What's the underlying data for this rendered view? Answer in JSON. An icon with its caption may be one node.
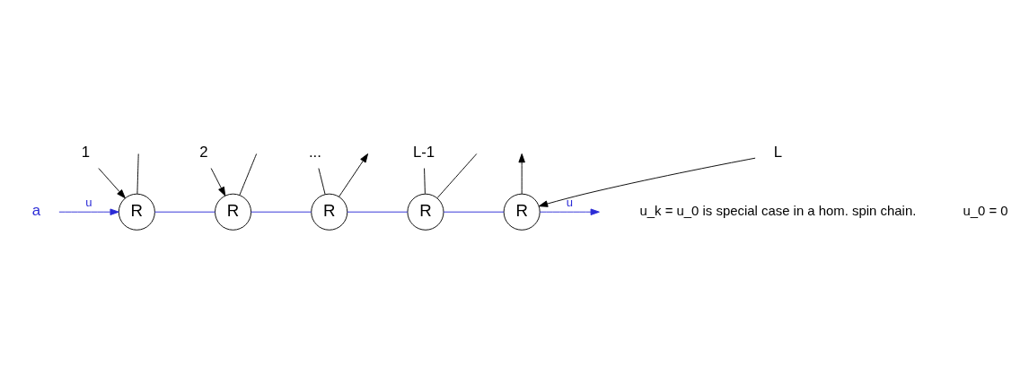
{
  "diagram": {
    "nodes": [
      {
        "text": [
          "R"
        ]
      },
      {
        "text": [
          "R"
        ]
      },
      {
        "text": [
          "R"
        ]
      },
      {
        "text": [
          "R"
        ]
      },
      {
        "text": [
          "R"
        ]
      },
      {
        "text": [
          "a"
        ]
      },
      {
        "text": [
          "1"
        ]
      },
      {
        "text": [
          "2"
        ]
      },
      {
        "text": [
          "..."
        ]
      },
      {
        "text": [
          "L-1"
        ]
      },
      {
        "text": [
          "L"
        ]
      }
    ],
    "edges": [
      {
        "from": 5,
        "to": 0,
        "arrow": "to",
        "label": "u",
        "color": "#2b2bd6"
      },
      {
        "from": 0,
        "to": 1,
        "arrow": "none",
        "color": "#2b2bd6"
      },
      {
        "from": 1,
        "to": 2,
        "arrow": "none",
        "color": "#2b2bd6"
      },
      {
        "from": 2,
        "to": 3,
        "arrow": "none",
        "color": "#2b2bd6"
      },
      {
        "from": 3,
        "to": 4,
        "arrow": "none",
        "color": "#2b2bd6"
      },
      {
        "from": 4,
        "to": null,
        "arrow": "to",
        "label": "u",
        "color": "#2b2bd6"
      },
      {
        "from": 6,
        "to": 0,
        "arrow": "to"
      },
      {
        "from": 7,
        "to": 1,
        "arrow": "to"
      },
      {
        "from": 8,
        "to": 2,
        "arrow": "none"
      },
      {
        "from": 9,
        "to": 3,
        "arrow": "none"
      },
      {
        "from": 10,
        "to": 4,
        "arrow": "to"
      },
      {
        "from": 0,
        "to": null,
        "arrow": "none"
      },
      {
        "from": 1,
        "to": null,
        "arrow": "none"
      },
      {
        "from": 2,
        "to": null,
        "arrow": "to"
      },
      {
        "from": 3,
        "to": null,
        "arrow": "none"
      },
      {
        "from": 4,
        "to": null,
        "arrow": "to"
      }
    ],
    "labels": [
      "u_k = u_0 is special case in a hom. spin chain.",
      "u_0 = 0"
    ]
  }
}
